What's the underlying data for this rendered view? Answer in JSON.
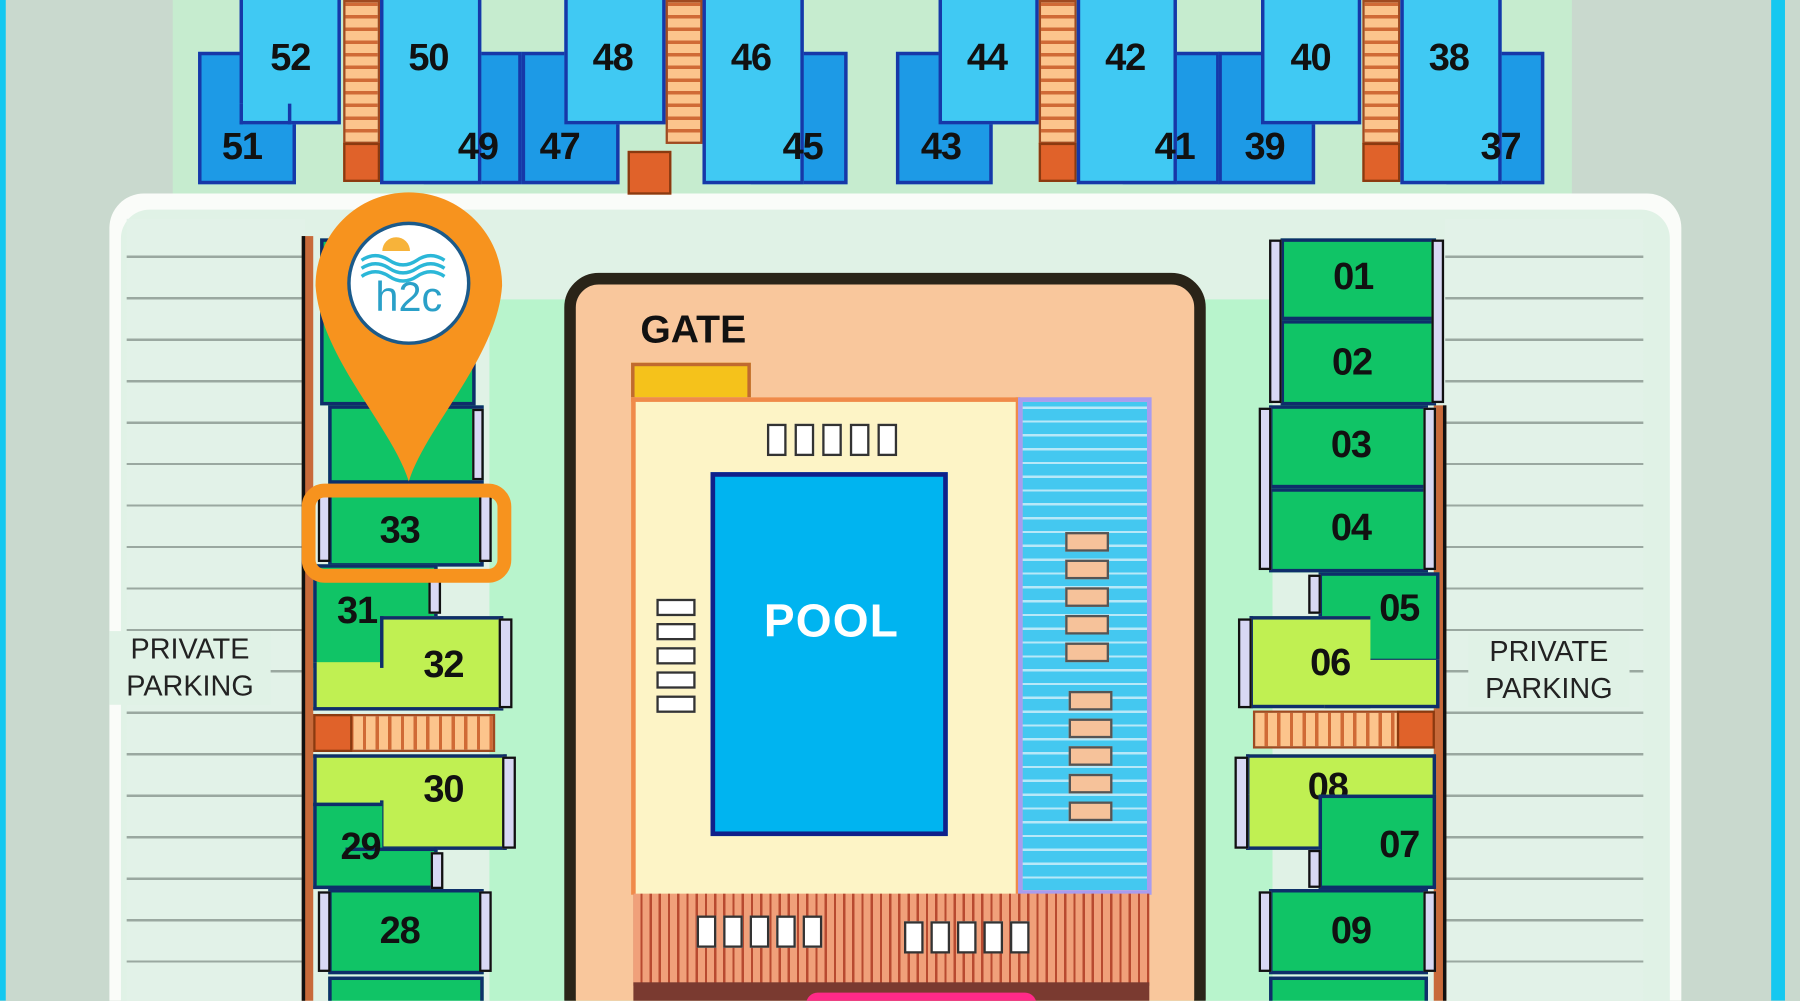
{
  "map": {
    "top_units": [
      "52",
      "51",
      "50",
      "49",
      "48",
      "47",
      "46",
      "45",
      "44",
      "43",
      "42",
      "41",
      "40",
      "39",
      "38",
      "37"
    ],
    "left_units": [
      "33",
      "31",
      "32",
      "30",
      "29",
      "28"
    ],
    "right_units": [
      "01",
      "02",
      "03",
      "04",
      "05",
      "06",
      "08",
      "07",
      "09"
    ],
    "gate_label": "GATE",
    "pool_label": "POOL",
    "parking_left": [
      "PRIVATE",
      "PARKING"
    ],
    "parking_right": [
      "PRIVATE",
      "PARKING"
    ],
    "highlighted_unit": "33",
    "marker_logo_text": "h2c",
    "colors": {
      "marker": "#f7931e",
      "highlight": "#f7931e",
      "pool": "#00b4f0",
      "unit_green": "#10c466",
      "unit_light": "#c0f052",
      "unit_blue": "#40c9f3"
    }
  }
}
